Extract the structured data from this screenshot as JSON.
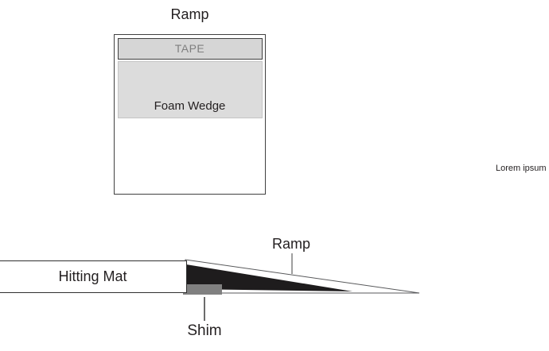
{
  "top_diagram": {
    "title": "Ramp",
    "tape_label": "TAPE",
    "foam_label": "Foam Wedge"
  },
  "side_note": "Lorem ipsum",
  "bottom_diagram": {
    "mat_label": "Hitting Mat",
    "ramp_label": "Ramp",
    "shim_label": "Shim"
  },
  "colors": {
    "outline_dark": "#404040",
    "tape_fill": "#d6d6d6",
    "tape_text": "#7f7f7f",
    "foam_fill": "#dcdcdc",
    "ramp_stroke": "#58595b",
    "wedge_fill": "#1e1c1d",
    "shim_fill": "#808080"
  }
}
